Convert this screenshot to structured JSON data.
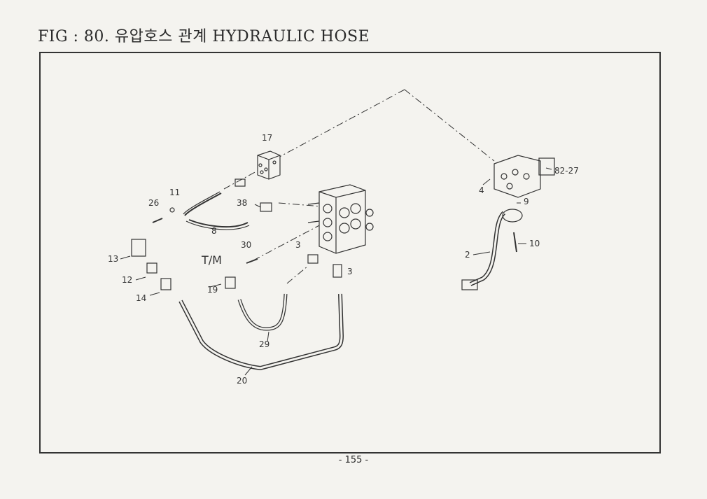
{
  "header": {
    "title": "FIG : 80. 유압호스 관계 HYDRAULIC HOSE"
  },
  "labels": {
    "p17": "17",
    "p11": "11",
    "p26": "26",
    "p38": "38",
    "p8": "8",
    "p30": "30",
    "p3a": "3",
    "p3b": "3",
    "p13": "13",
    "p12": "12",
    "p14": "14",
    "p19": "19",
    "p29": "29",
    "p20": "20",
    "p4": "4",
    "p9": "9",
    "p10": "10",
    "p2": "2",
    "p82_27": "82-27",
    "tm": "T/M"
  },
  "footer": {
    "page": "- 155 -"
  }
}
